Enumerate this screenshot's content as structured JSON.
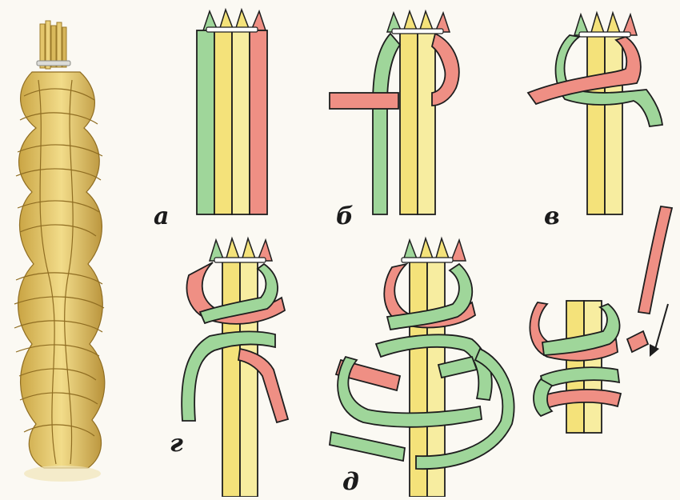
{
  "figure": {
    "steps": [
      {
        "id": "a",
        "label": "а"
      },
      {
        "id": "b",
        "label": "б"
      },
      {
        "id": "v",
        "label": "в"
      },
      {
        "id": "g",
        "label": "г"
      },
      {
        "id": "d",
        "label": "д"
      }
    ]
  },
  "colors": {
    "background": "#fbf9f3",
    "yellow": "#f4e27a",
    "yellow_light": "#f7eda0",
    "green": "#9fd69a",
    "red": "#ef8f84",
    "outline": "#1e1e1e",
    "straw": "#e5c86d",
    "straw_dark": "#b8923a"
  }
}
